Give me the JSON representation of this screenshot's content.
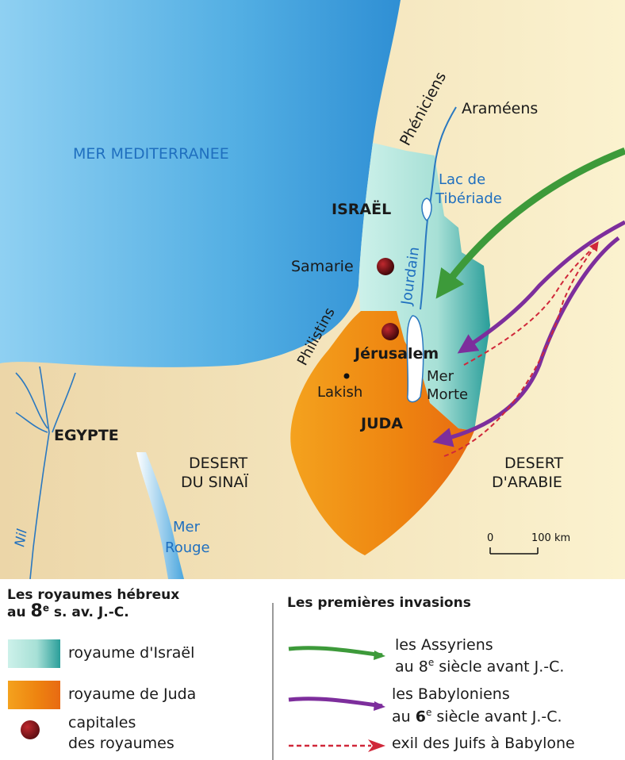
{
  "map": {
    "labels": {
      "sea_med": "MER MEDITERRANEE",
      "phoeniciens": "Phéniciens",
      "arameens": "Araméens",
      "lac": "Lac de",
      "lac2": "Tibériade",
      "israel": "ISRAËL",
      "samarie": "Samarie",
      "jourdain": "Jourdain",
      "philistins": "Philistins",
      "jerusalem": "Jérusalem",
      "lakish": "Lakish",
      "mer_morte_1": "Mer",
      "mer_morte_2": "Morte",
      "juda": "JUDA",
      "egypte": "EGYPTE",
      "sinai_1": "DESERT",
      "sinai_2": "DU SINAÏ",
      "arabie_1": "DESERT",
      "arabie_2": "D'ARABIE",
      "mer_rouge_1": "Mer",
      "mer_rouge_2": "Rouge",
      "nil": "Nil"
    },
    "scale": {
      "zero": "0",
      "distance": "100 km"
    },
    "colors": {
      "sea": "#4aa6de",
      "land": "#f3dfb0",
      "israel": "#a9e3d8",
      "juda": "#ee8a10",
      "assyrian": "#3d9a3a",
      "babylonian": "#7d2e9c",
      "exile": "#d0283a"
    }
  },
  "legend": {
    "left_title_1": "Les royaumes hébreux",
    "left_title_2_pre": "au ",
    "left_title_2_num": "8",
    "left_title_2_sup": "e",
    "left_title_2_post": " s. av. J.-C.",
    "israel": "royaume d'Israël",
    "juda": "royaume de Juda",
    "capitals_1": "capitales",
    "capitals_2": "des royaumes",
    "right_title": "Les premières invasions",
    "assyrians_1": "les Assyriens",
    "assyrians_2_pre": "au 8",
    "assyrians_2_sup": "e",
    "assyrians_2_post": " siècle avant J.-C.",
    "babylonians_1": "les Babyloniens",
    "babylonians_2_pre": "au ",
    "babylonians_2_num": "6",
    "babylonians_2_sup": "e",
    "babylonians_2_post": " siècle avant J.-C.",
    "exile": "exil des Juifs à Babylone"
  }
}
